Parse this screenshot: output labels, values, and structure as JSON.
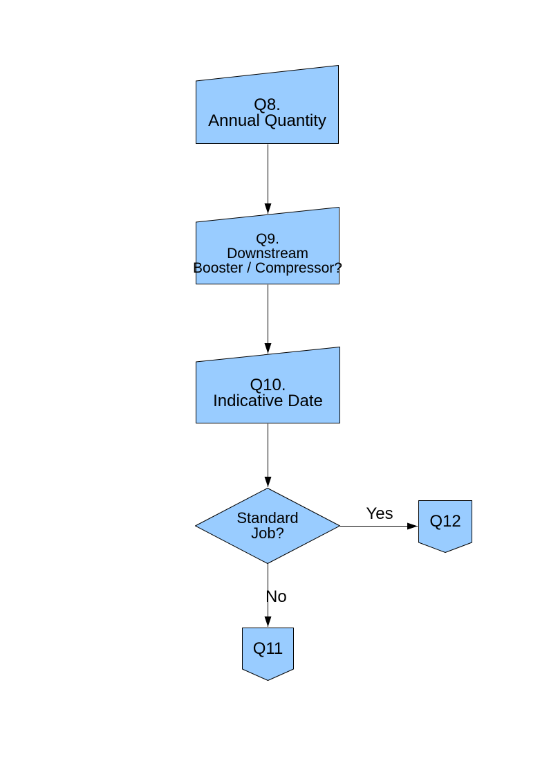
{
  "palette": {
    "page_background": "#FFFFFF",
    "shape_fill": "#99CCFF",
    "shape_border": "#000000",
    "connector": "#000000",
    "text": "#000000"
  },
  "flowchart": {
    "nodes": [
      {
        "id": "q8",
        "shape": "manual-input",
        "lines": [
          "Q8.",
          "Annual Quantity"
        ]
      },
      {
        "id": "q9",
        "shape": "manual-input",
        "lines": [
          "Q9.",
          "Downstream",
          "Booster / Compressor?"
        ]
      },
      {
        "id": "q10",
        "shape": "manual-input",
        "lines": [
          "Q10.",
          "Indicative Date"
        ]
      },
      {
        "id": "standard-job",
        "shape": "decision",
        "lines": [
          "Standard",
          "Job?"
        ]
      },
      {
        "id": "q12",
        "shape": "off-page-connector",
        "lines": [
          "Q12"
        ]
      },
      {
        "id": "q11",
        "shape": "off-page-connector",
        "lines": [
          "Q11"
        ]
      }
    ],
    "connectors": [
      {
        "id": "q8-to-q9",
        "from": "q8",
        "to": "q9",
        "label": ""
      },
      {
        "id": "q9-to-q10",
        "from": "q9",
        "to": "q10",
        "label": ""
      },
      {
        "id": "q10-to-decision",
        "from": "q10",
        "to": "standard-job",
        "label": ""
      },
      {
        "id": "decision-to-q12",
        "from": "standard-job",
        "to": "q12",
        "label": "Yes"
      },
      {
        "id": "decision-to-q11",
        "from": "standard-job",
        "to": "q11",
        "label": "No"
      }
    ]
  }
}
